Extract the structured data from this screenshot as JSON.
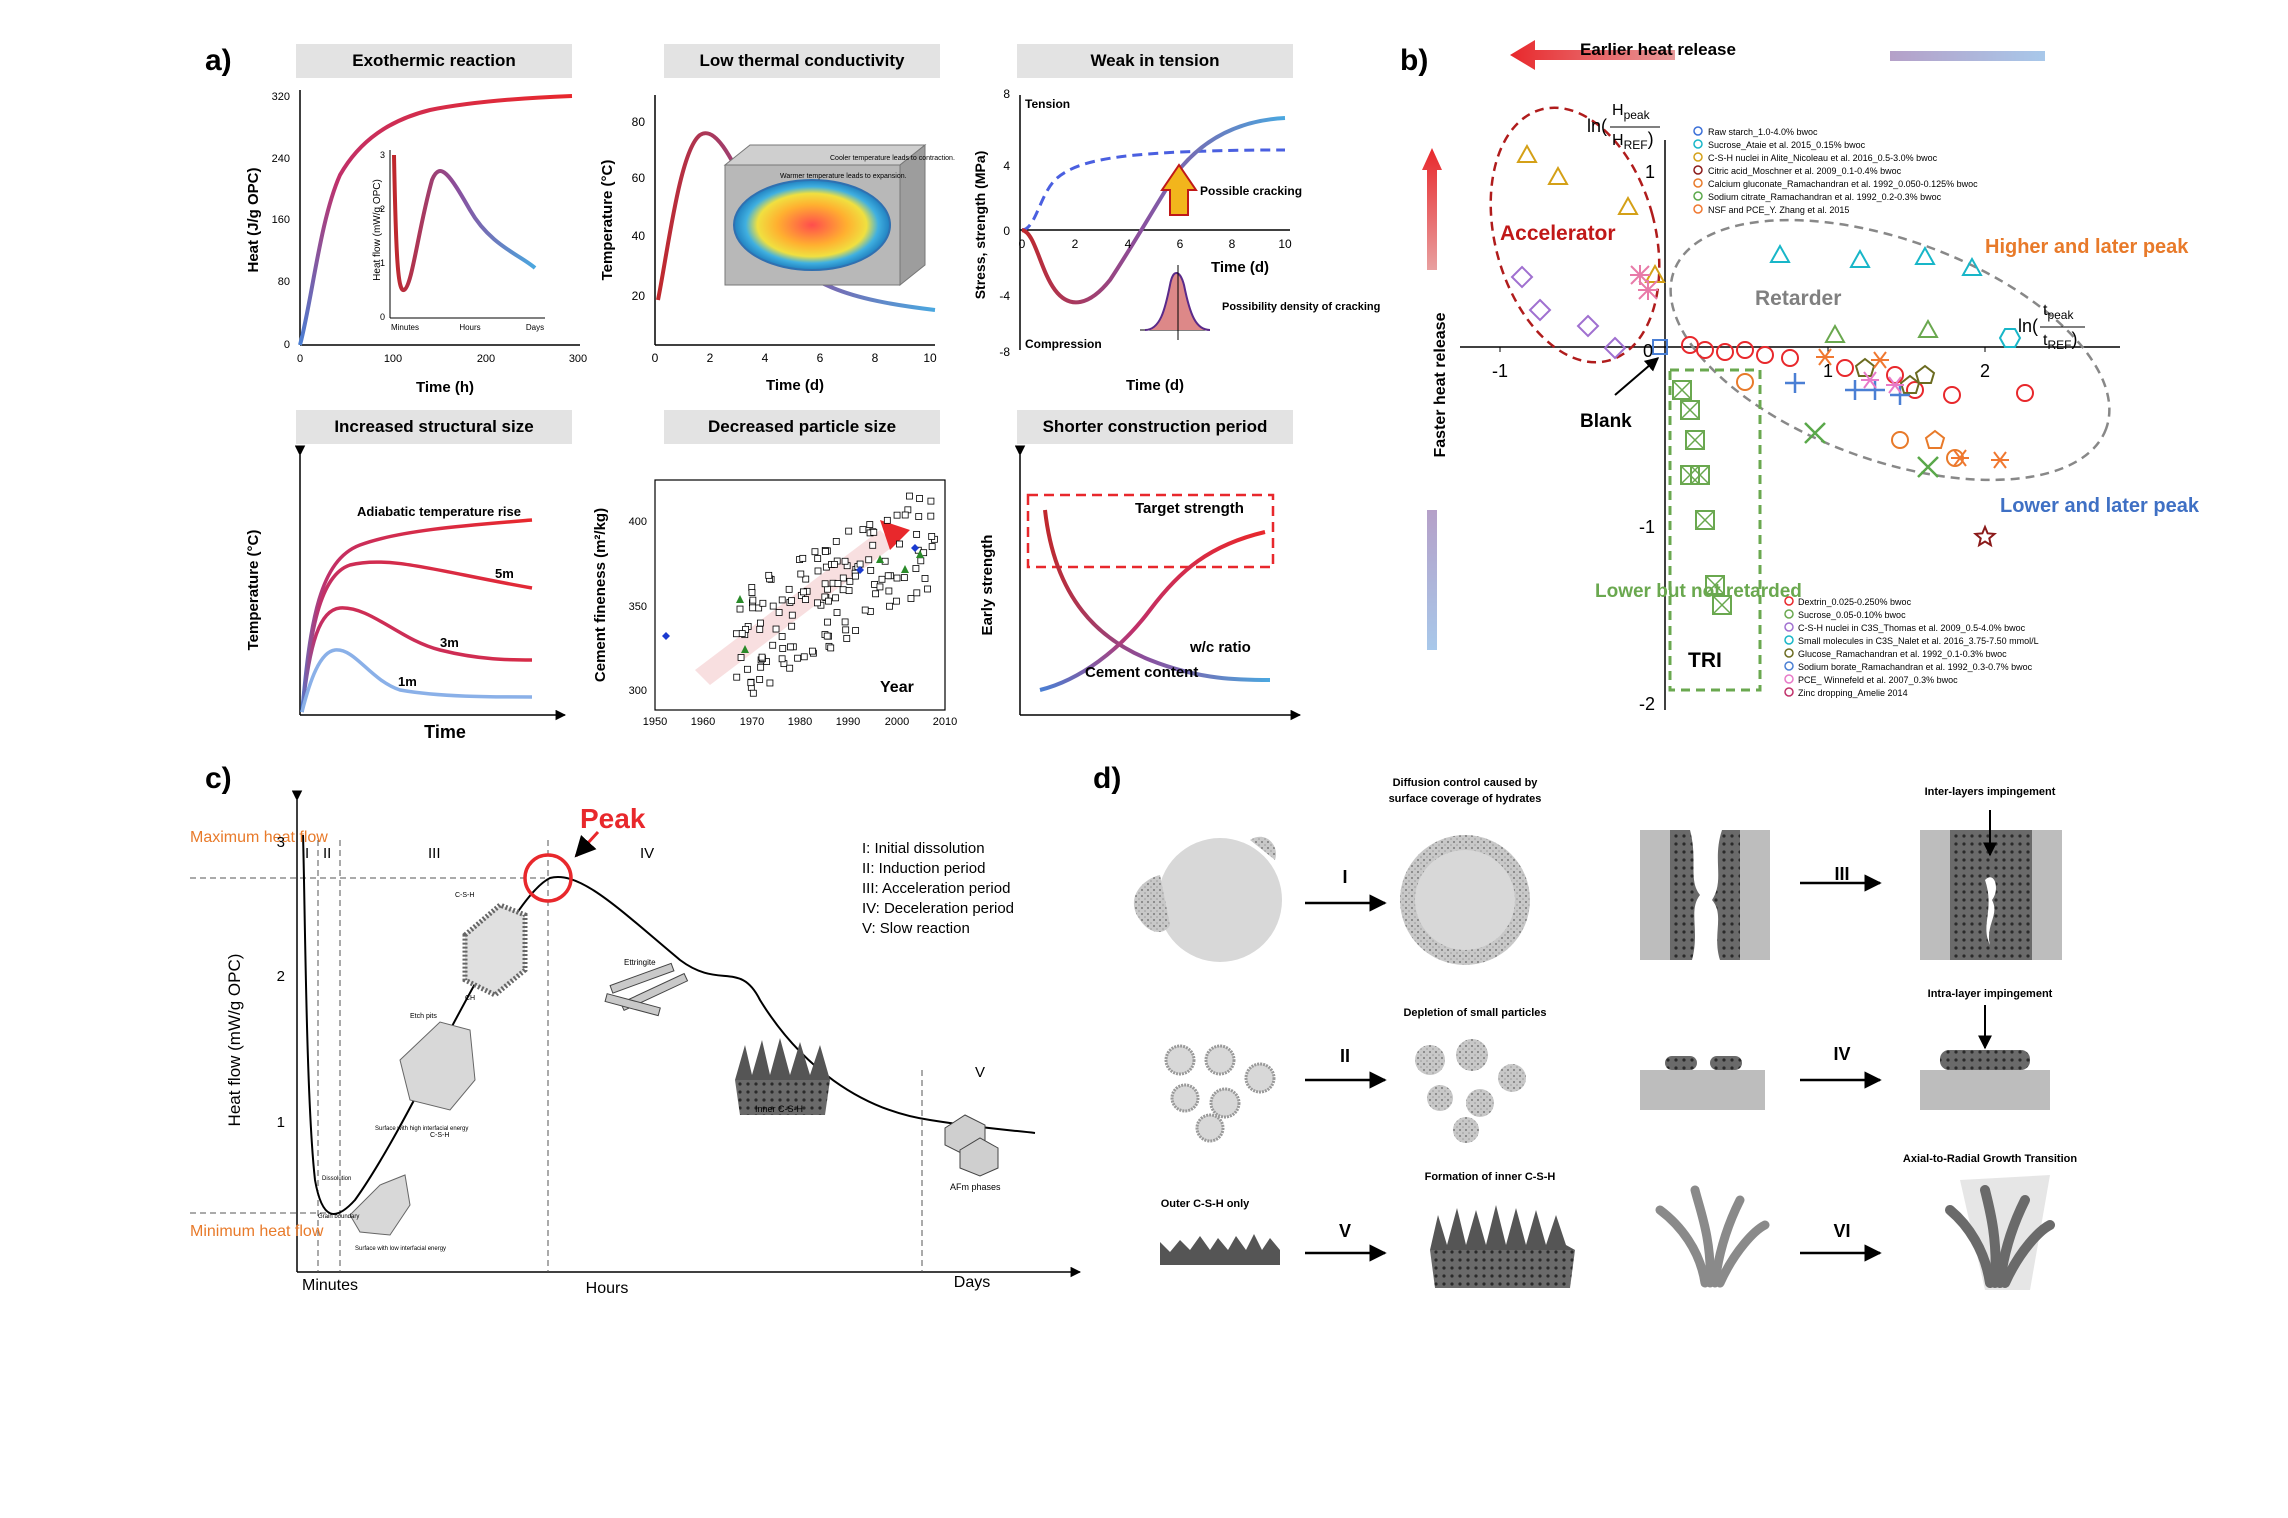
{
  "labels": {
    "a": "a)",
    "b": "b)",
    "c": "c)",
    "d": "d)"
  },
  "a": {
    "titles": [
      "Exothermic reaction",
      "Low thermal conductivity",
      "Weak in tension",
      "Increased structural size",
      "Decreased particle size",
      "Shorter construction period"
    ],
    "p1": {
      "ylabel": "Heat (J/g OPC)",
      "xlabel": "Time (h)",
      "yticks": [
        "0",
        "80",
        "160",
        "240",
        "320"
      ],
      "xticks": [
        "0",
        "100",
        "200",
        "300"
      ],
      "inset_ylabel": "Heat flow (mW/g OPC)",
      "inset_yticks": [
        "0",
        "1",
        "2",
        "3"
      ],
      "inset_xticks": [
        "Minutes",
        "Hours",
        "Days"
      ]
    },
    "p2": {
      "ylabel": "Temperature (°C)",
      "xlabel": "Time (d)",
      "yticks": [
        "20",
        "40",
        "60",
        "80"
      ],
      "xticks": [
        "0",
        "2",
        "4",
        "6",
        "8",
        "10"
      ],
      "note1": "Warmer temperature leads to expansion.",
      "note2": "Cooler temperature leads to contraction."
    },
    "p3": {
      "ylabel": "Stress, strength (MPa)",
      "xlabel": "Time (d)",
      "xlabel2": "Time (d)",
      "yticks": [
        "-8",
        "-4",
        "0",
        "4",
        "8"
      ],
      "xticks": [
        "0",
        "2",
        "4",
        "6",
        "8",
        "10"
      ],
      "tension": "Tension",
      "compression": "Compression",
      "possible": "Possible cracking",
      "density": "Possibility density of cracking"
    },
    "p4": {
      "ylabel": "Temperature (°C)",
      "xlabel": "Time",
      "curves": [
        "Adiabatic temperature rise",
        "5m",
        "3m",
        "1m"
      ]
    },
    "p5": {
      "ylabel": "Cement fineness (m²/kg)",
      "xlabel": "Year",
      "yticks": [
        "300",
        "350",
        "400"
      ],
      "xticks": [
        "1950",
        "1960",
        "1970",
        "1980",
        "1990",
        "2000",
        "2010"
      ]
    },
    "p6": {
      "ylabel": "Early strength",
      "target": "Target strength",
      "wc": "w/c ratio",
      "cement": "Cement content"
    }
  },
  "b": {
    "top_arrow_label": "Earlier heat release",
    "left_label": "Faster heat release",
    "xticks": [
      "-1",
      "0",
      "1",
      "2"
    ],
    "yticks": [
      "1",
      "-1",
      "-2"
    ],
    "accelerator": "Accelerator",
    "retarder": "Retarder",
    "blank": "Blank",
    "tri": "TRI",
    "higher_later": "Higher and later peak",
    "lower_later": "Lower and later peak",
    "lower_not": "Lower but not retarded",
    "legend_top": [
      "Raw starch_1.0-4.0% bwoc",
      "Sucrose_Ataie et al. 2015_0.15% bwoc",
      "C-S-H nuclei in Alite_Nicoleau et al. 2016_0.5-3.0% bwoc",
      "Citric acid_Moschner et al. 2009_0.1-0.4% bwoc",
      "Calcium gluconate_Ramachandran et al. 1992_0.050-0.125% bwoc",
      "Sodium citrate_Ramachandran et al. 1992_0.2-0.3% bwoc",
      "NSF and PCE_Y. Zhang et al. 2015"
    ],
    "legend_bottom": [
      "Dextrin_0.025-0.250% bwoc",
      "Sucrose_0.05-0.10% bwoc",
      "C-S-H nuclei in C3S_Thomas et al. 2009_0.5-4.0% bwoc",
      "Small molecules in C3S_Nalet et al. 2016_3.75-7.50 mmol/L",
      "Glucose_Ramachandran et al. 1992_0.1-0.3% bwoc",
      "Sodium borate_Ramachandran et al. 1992_0.3-0.7% bwoc",
      "PCE_ Winnefeld et al. 2007_0.3% bwoc",
      "Zinc dropping_Amelie 2014"
    ]
  },
  "c": {
    "ylabel": "Heat flow (mW/g OPC)",
    "yticks": [
      "1",
      "2",
      "3"
    ],
    "xlabels": [
      "Minutes",
      "Hours",
      "Days"
    ],
    "max": "Maximum heat flow",
    "min": "Minimum heat flow",
    "peak": "Peak",
    "stages": [
      "I",
      "II",
      "III",
      "IV",
      "V"
    ],
    "legend": [
      "I: Initial dissolution",
      "II: Induction period",
      "III: Acceleration period",
      "IV: Deceleration period",
      "V: Slow reaction"
    ],
    "micro": [
      "C-S-H",
      "Etch pits",
      "CH",
      "C-S-H",
      "Ettringite",
      "Inner C-S-H",
      "AFm phases",
      "Dissolution",
      "Grain boundary",
      "Surface with high interfacial energy",
      "Surface with low interfacial energy"
    ]
  },
  "d": {
    "steps": [
      "I",
      "II",
      "III",
      "IV",
      "V",
      "VI"
    ],
    "captions": [
      "Diffusion control caused by surface coverage of hydrates",
      "Depletion of small particles",
      "Inter-layers impingement",
      "Intra-layer impingement",
      "Outer C-S-H only",
      "Formation of inner C-S-H",
      "Axial-to-Radial Growth Transition"
    ]
  },
  "colors": {
    "red": "#e8282c",
    "blue": "#4a7fd4",
    "orange": "#e87a2a",
    "green": "#6aa84f",
    "gray": "#d9d9d9"
  }
}
